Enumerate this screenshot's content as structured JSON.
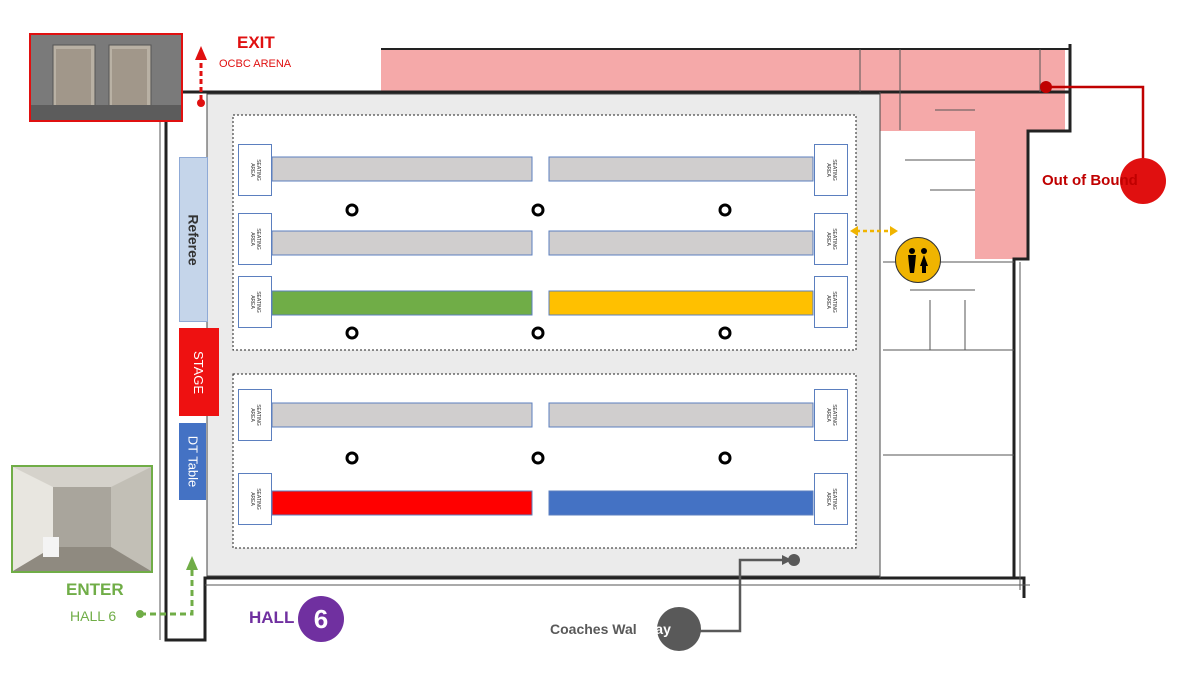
{
  "exit": {
    "title": "EXIT",
    "subtitle": "OCBC ARENA"
  },
  "enter": {
    "title": "ENTER",
    "subtitle": "HALL 6"
  },
  "hall": {
    "label": "HALL",
    "number": "6"
  },
  "out_of_bound": {
    "label": "Out of Bound"
  },
  "coaches": {
    "label_dark": "Coaches Wal",
    "label_light": "kway"
  },
  "referee": {
    "label": "Referee"
  },
  "stage": {
    "label": "STAGE"
  },
  "dt_table": {
    "label": "DT Table"
  },
  "seating": {
    "label": "SEATING AREA"
  },
  "colors": {
    "exit": "#e01010",
    "enter": "#70ad47",
    "hall": "#7030a0",
    "out_of_bound_zone": "#f4a0a0",
    "court_gray": "#d0cece",
    "court_green": "#70ad47",
    "court_yellow": "#ffc000",
    "court_red": "#ff0000",
    "court_blue": "#4472c4",
    "toilet_badge": "#f0b400",
    "referee": "#c5d5ea",
    "stage": "#ee1111",
    "dt_table": "#4472c4",
    "coaches": "#595959"
  },
  "courts": [
    {
      "zone": "upper",
      "row": 1,
      "left": "gray",
      "right": "gray"
    },
    {
      "zone": "upper",
      "row": 2,
      "left": "gray",
      "right": "gray"
    },
    {
      "zone": "upper",
      "row": 3,
      "left": "green",
      "right": "yellow"
    },
    {
      "zone": "lower",
      "row": 1,
      "left": "gray",
      "right": "gray"
    },
    {
      "zone": "lower",
      "row": 2,
      "left": "red",
      "right": "blue"
    }
  ],
  "icons": [
    "toilet-icon",
    "exit-arrow-icon",
    "enter-arrow-icon",
    "double-arrow-icon",
    "pillar-icon"
  ]
}
